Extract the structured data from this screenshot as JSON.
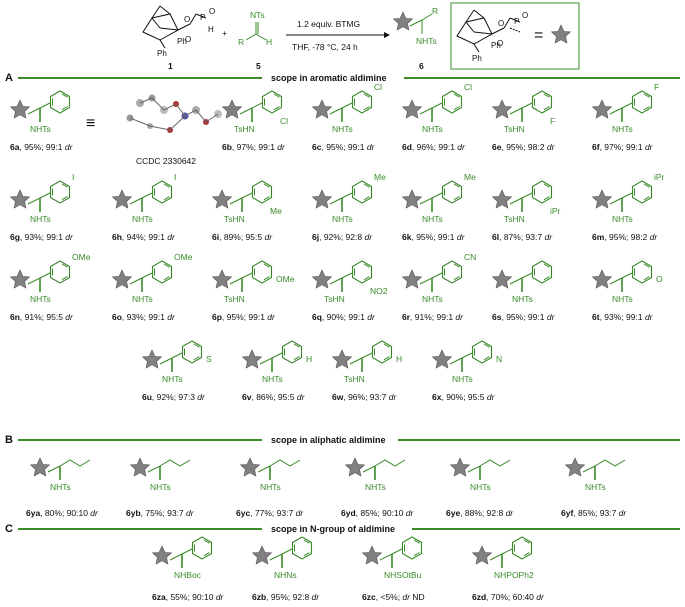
{
  "header": {
    "reagent_1": "1",
    "reagent_5": "5",
    "product_6": "6",
    "conditions_line1": "1.2 equiv. BTMG",
    "conditions_line2": "THF, -78 °C, 24 h",
    "r_label": "R",
    "nhts": "NHTs",
    "nts": "NTs",
    "h": "H",
    "ph1": "Ph",
    "ph2": "Ph",
    "o_label": "O",
    "p_label": "P",
    "plus": "+",
    "equals": "="
  },
  "sections": {
    "A": {
      "letter": "A",
      "title": "scope in aromatic aldimine"
    },
    "B": {
      "letter": "B",
      "title": "scope in aliphatic aldimine"
    },
    "C": {
      "letter": "C",
      "title": "scope in N-group of aldimine"
    }
  },
  "ccdc": "CCDC 2330642",
  "compounds_A": [
    {
      "id": "6a",
      "yield": "95%",
      "dr": "99:1",
      "amine": "NHTs",
      "sub": ""
    },
    {
      "id": "6b",
      "yield": "97%",
      "dr": "99:1",
      "amine": "TsHN",
      "sub": "Cl"
    },
    {
      "id": "6c",
      "yield": "95%",
      "dr": "99:1",
      "amine": "NHTs",
      "sub": "Cl"
    },
    {
      "id": "6d",
      "yield": "96%",
      "dr": "99:1",
      "amine": "NHTs",
      "sub": "Cl"
    },
    {
      "id": "6e",
      "yield": "95%",
      "dr": "98:2",
      "amine": "TsHN",
      "sub": "F"
    },
    {
      "id": "6f",
      "yield": "97%",
      "dr": "99:1",
      "amine": "NHTs",
      "sub": "F"
    },
    {
      "id": "6g",
      "yield": "93%",
      "dr": "99:1",
      "amine": "NHTs",
      "sub": "I"
    },
    {
      "id": "6h",
      "yield": "94%",
      "dr": "99:1",
      "amine": "NHTs",
      "sub": "I"
    },
    {
      "id": "6i",
      "yield": "89%",
      "dr": "95:5",
      "amine": "TsHN",
      "sub": "Me"
    },
    {
      "id": "6j",
      "yield": "92%",
      "dr": "92:8",
      "amine": "NHTs",
      "sub": "Me"
    },
    {
      "id": "6k",
      "yield": "95%",
      "dr": "99:1",
      "amine": "NHTs",
      "sub": "Me"
    },
    {
      "id": "6l",
      "yield": "87%",
      "dr": "93:7",
      "amine": "TsHN",
      "sub": "iPr"
    },
    {
      "id": "6m",
      "yield": "95%",
      "dr": "98:2",
      "amine": "NHTs",
      "sub": "iPr"
    },
    {
      "id": "6n",
      "yield": "91%",
      "dr": "95:5",
      "amine": "NHTs",
      "sub": "OMe"
    },
    {
      "id": "6o",
      "yield": "93%",
      "dr": "99:1",
      "amine": "NHTs",
      "sub": "OMe"
    },
    {
      "id": "6p",
      "yield": "95%",
      "dr": "99:1",
      "amine": "TsHN",
      "sub": "OMe"
    },
    {
      "id": "6q",
      "yield": "90%",
      "dr": "99:1",
      "amine": "TsHN",
      "sub": "NO2"
    },
    {
      "id": "6r",
      "yield": "91%",
      "dr": "99:1",
      "amine": "NHTs",
      "sub": "CN"
    },
    {
      "id": "6s",
      "yield": "95%",
      "dr": "99:1",
      "amine": "NHTs",
      "sub": ""
    },
    {
      "id": "6t",
      "yield": "93%",
      "dr": "99:1",
      "amine": "NHTs",
      "sub": "O"
    },
    {
      "id": "6u",
      "yield": "92%",
      "dr": "97:3",
      "amine": "NHTs",
      "sub": "S"
    },
    {
      "id": "6v",
      "yield": "86%",
      "dr": "95:5",
      "amine": "NHTs",
      "sub": "H"
    },
    {
      "id": "6w",
      "yield": "96%",
      "dr": "93:7",
      "amine": "TsHN",
      "sub": "H"
    },
    {
      "id": "6x",
      "yield": "90%",
      "dr": "95:5",
      "amine": "NHTs",
      "sub": "N"
    }
  ],
  "compounds_B": [
    {
      "id": "6ya",
      "yield": "80%",
      "dr": "90:10",
      "amine": "NHTs"
    },
    {
      "id": "6yb",
      "yield": "75%",
      "dr": "93:7",
      "amine": "NHTs"
    },
    {
      "id": "6yc",
      "yield": "77%",
      "dr": "93:7",
      "amine": "NHTs"
    },
    {
      "id": "6yd",
      "yield": "85%",
      "dr": "90:10",
      "amine": "NHTs"
    },
    {
      "id": "6ye",
      "yield": "88%",
      "dr": "92:8",
      "amine": "NHTs"
    },
    {
      "id": "6yf",
      "yield": "85%",
      "dr": "93:7",
      "amine": "NHTs"
    }
  ],
  "compounds_C": [
    {
      "id": "6za",
      "yield": "55%",
      "dr": "90:10",
      "amine": "NHBoc",
      "suffix": "dr"
    },
    {
      "id": "6zb",
      "yield": "95%",
      "dr": "92:8",
      "amine": "NHNs",
      "suffix": "dr"
    },
    {
      "id": "6zc",
      "yield": "<5%",
      "dr": "ND",
      "amine": "NHSOtBu",
      "suffix": "dr"
    },
    {
      "id": "6zd",
      "yield": "70%",
      "dr": "60:40",
      "amine": "NHPOPh2",
      "suffix": "dr"
    }
  ],
  "colors": {
    "accent_green": "#3a8a2a",
    "star": "#808080",
    "line": "#3a8a2a"
  }
}
